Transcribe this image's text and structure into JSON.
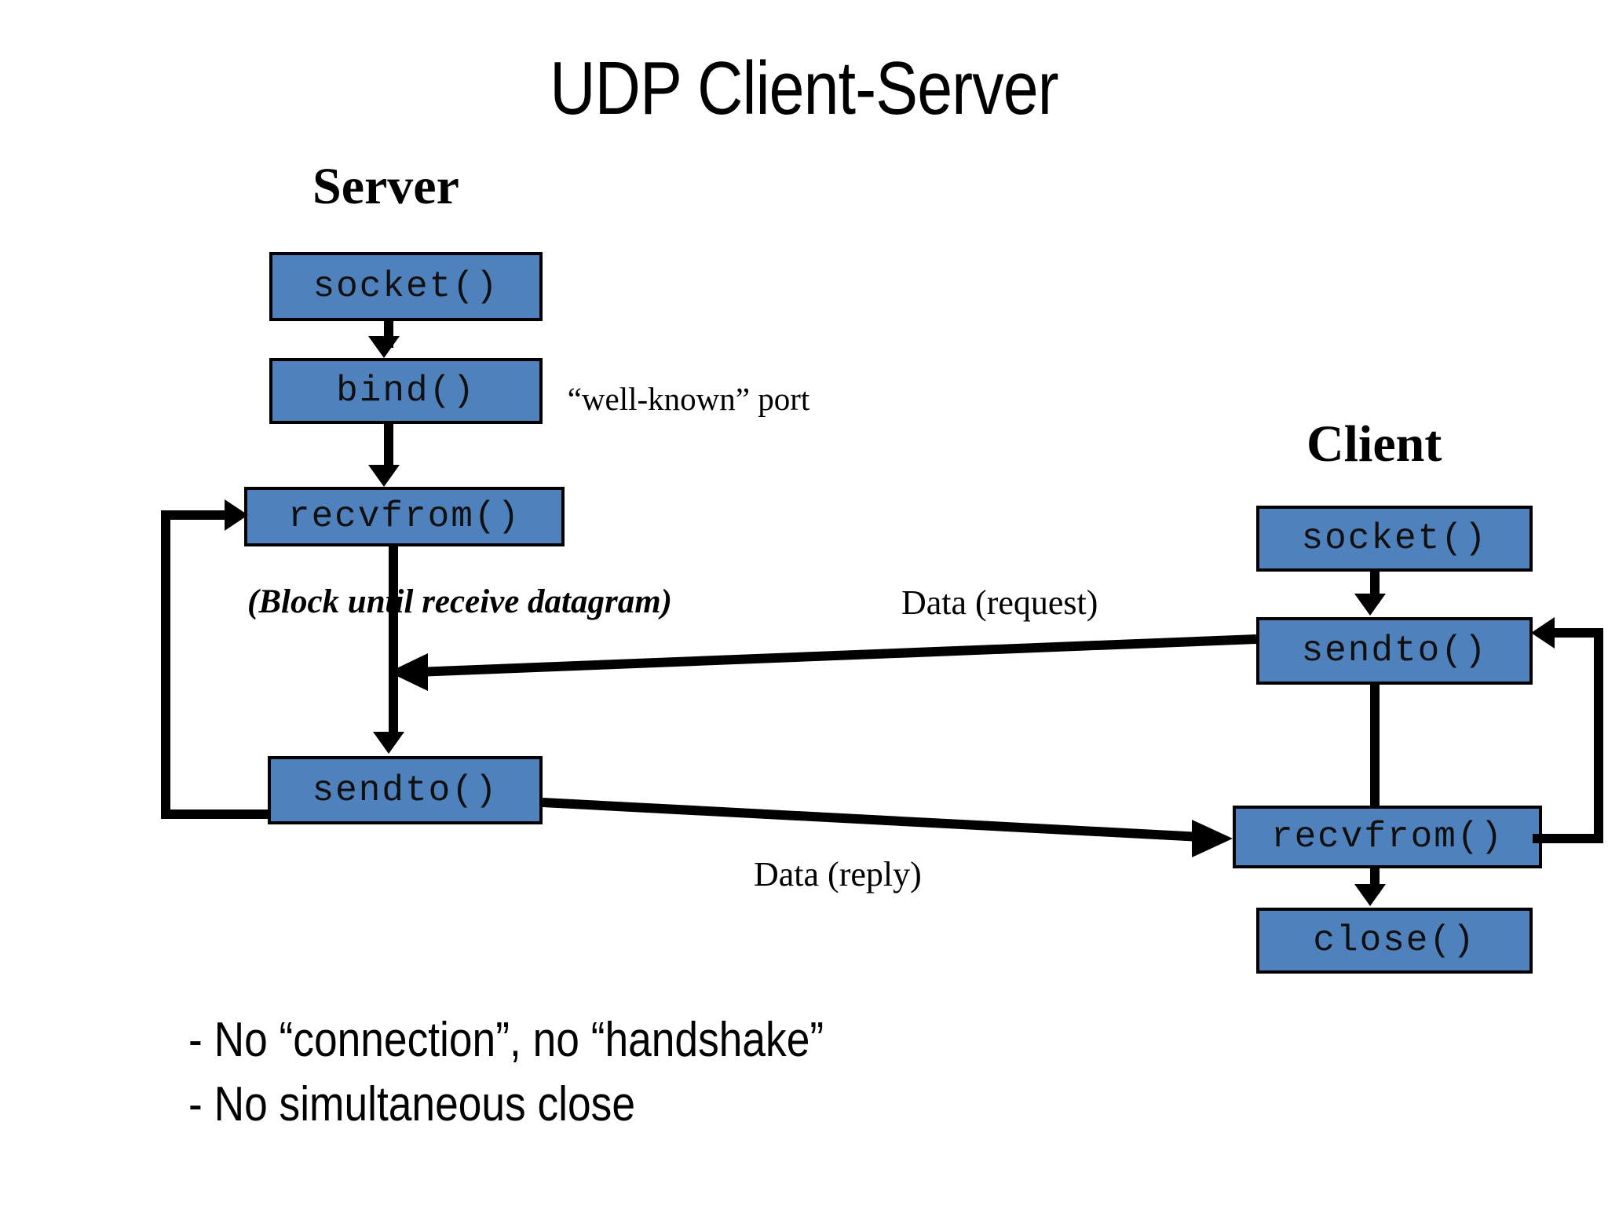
{
  "slide": {
    "title": "UDP Client-Server",
    "background_color": "#ffffff",
    "box_fill_color": "#4f81bd",
    "box_border_color": "#000000",
    "line_color": "#000000"
  },
  "server": {
    "heading": "Server",
    "steps": [
      {
        "label": "socket()"
      },
      {
        "label": "bind()"
      },
      {
        "label": "recvfrom()"
      },
      {
        "label": "sendto()"
      }
    ]
  },
  "client": {
    "heading": "Client",
    "steps": [
      {
        "label": "socket()"
      },
      {
        "label": "sendto()"
      },
      {
        "label": "recvfrom()"
      },
      {
        "label": "close()"
      }
    ]
  },
  "annotations": {
    "well_known_port": "“well-known” port",
    "block_note": "(Block until receive datagram)",
    "data_request": "Data (request)",
    "data_reply": "Data (reply)"
  },
  "bullets": [
    "- No “connection”, no “handshake”",
    "- No simultaneous close"
  ]
}
